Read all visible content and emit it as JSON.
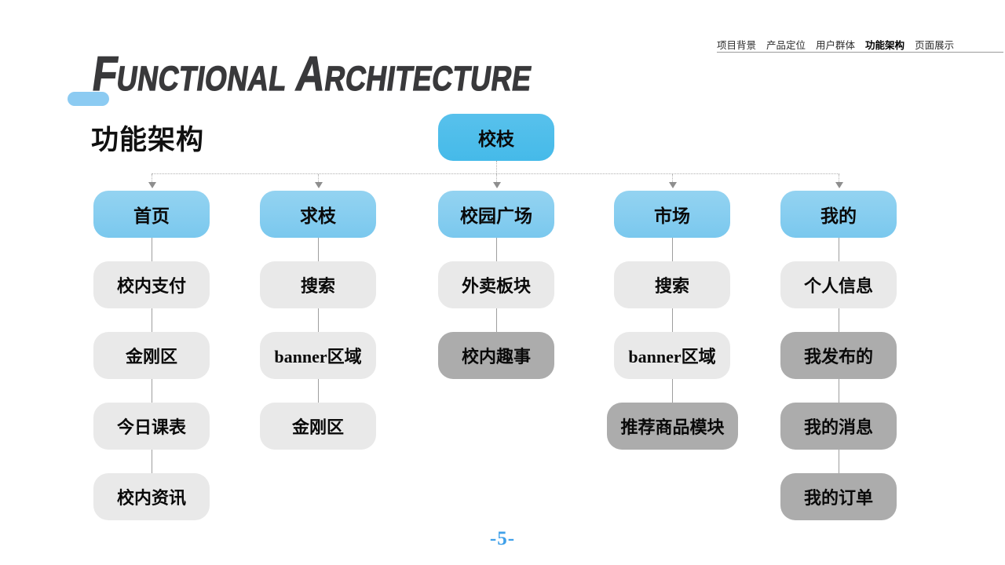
{
  "nav": {
    "items": [
      {
        "label": "项目背景",
        "active": false
      },
      {
        "label": "产品定位",
        "active": false
      },
      {
        "label": "用户群体",
        "active": false
      },
      {
        "label": "功能架构",
        "active": true
      },
      {
        "label": "页面展示",
        "active": false
      }
    ]
  },
  "title": {
    "en_initial_1": "F",
    "en_rest_1": "UNCTIONAL",
    "en_initial_2": "A",
    "en_rest_2": "RCHITECTURE",
    "zh": "功能架构"
  },
  "tree": {
    "root": {
      "label": "校枝"
    },
    "columns": [
      {
        "header": "首页",
        "children": [
          {
            "label": "校内支付",
            "variant": "light"
          },
          {
            "label": "金刚区",
            "variant": "light"
          },
          {
            "label": "今日课表",
            "variant": "light"
          },
          {
            "label": "校内资讯",
            "variant": "light"
          }
        ]
      },
      {
        "header": "求枝",
        "children": [
          {
            "label": "搜索",
            "variant": "light"
          },
          {
            "label": "banner区域",
            "variant": "light"
          },
          {
            "label": "金刚区",
            "variant": "light"
          }
        ]
      },
      {
        "header": "校园广场",
        "children": [
          {
            "label": "外卖板块",
            "variant": "light"
          },
          {
            "label": "校内趣事",
            "variant": "dark"
          }
        ]
      },
      {
        "header": "市场",
        "children": [
          {
            "label": "搜索",
            "variant": "light"
          },
          {
            "label": "banner区域",
            "variant": "light"
          },
          {
            "label": "推荐商品模块",
            "variant": "dark"
          }
        ]
      },
      {
        "header": "我的",
        "children": [
          {
            "label": "个人信息",
            "variant": "light"
          },
          {
            "label": "我发布的",
            "variant": "dark"
          },
          {
            "label": "我的消息",
            "variant": "dark"
          },
          {
            "label": "我的订单",
            "variant": "dark"
          }
        ]
      }
    ]
  },
  "footer": {
    "page_number": "-5-"
  },
  "colors": {
    "root_blue": "#45bae9",
    "header_blue": "#7ac8ee",
    "light_gray": "#e9e9e9",
    "dark_gray": "#acacac",
    "accent_blue": "#3fa0e9",
    "title_gray": "#39393b"
  }
}
